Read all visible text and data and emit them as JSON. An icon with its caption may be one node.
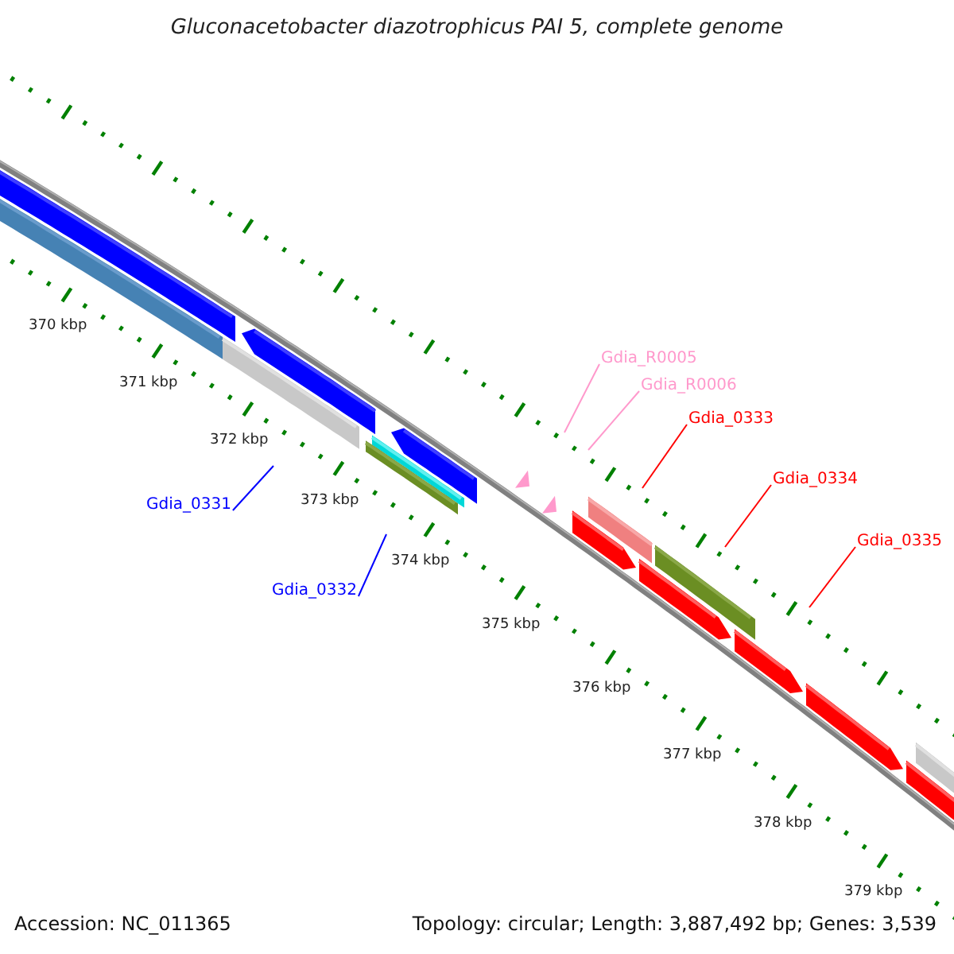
{
  "diagram": {
    "title": "Gluconacetobacter diazotrophicus PAI 5, complete genome",
    "nodes": [
      {
        "text": [
          "Gdia_R0005"
        ]
      },
      {
        "text": [
          "Gdia_R0006"
        ]
      },
      {
        "text": [
          "Gdia_0333"
        ]
      },
      {
        "text": [
          "Gdia_0334"
        ]
      },
      {
        "text": [
          "Gdia_0331"
        ]
      },
      {
        "text": [
          "Gdia_0335"
        ]
      },
      {
        "text": [
          "Gdia_0332"
        ]
      }
    ],
    "edges": [
      {
        "from": 0,
        "to": null,
        "arrow": "none",
        "color": "#ff99cc"
      },
      {
        "from": 1,
        "to": null,
        "arrow": "none",
        "color": "#ff99cc"
      },
      {
        "from": 2,
        "to": null,
        "arrow": "none"
      },
      {
        "from": 3,
        "to": null,
        "arrow": "none"
      },
      {
        "from": 4,
        "to": null,
        "arrow": "none",
        "color": "#0000ff"
      },
      {
        "from": 5,
        "to": null,
        "arrow": "none"
      },
      {
        "from": 6,
        "to": null,
        "arrow": "none",
        "color": "#0000ff"
      }
    ],
    "labels": [
      "370 kbp",
      "371 kbp",
      "372 kbp",
      "373 kbp",
      "374 kbp",
      "375 kbp",
      "376 kbp",
      "377 kbp",
      "378 kbp",
      "379 kbp",
      "Accession: NC_011365",
      "Topology: circular; Length: 3,887,492 bp; Genes: 3,539"
    ]
  }
}
